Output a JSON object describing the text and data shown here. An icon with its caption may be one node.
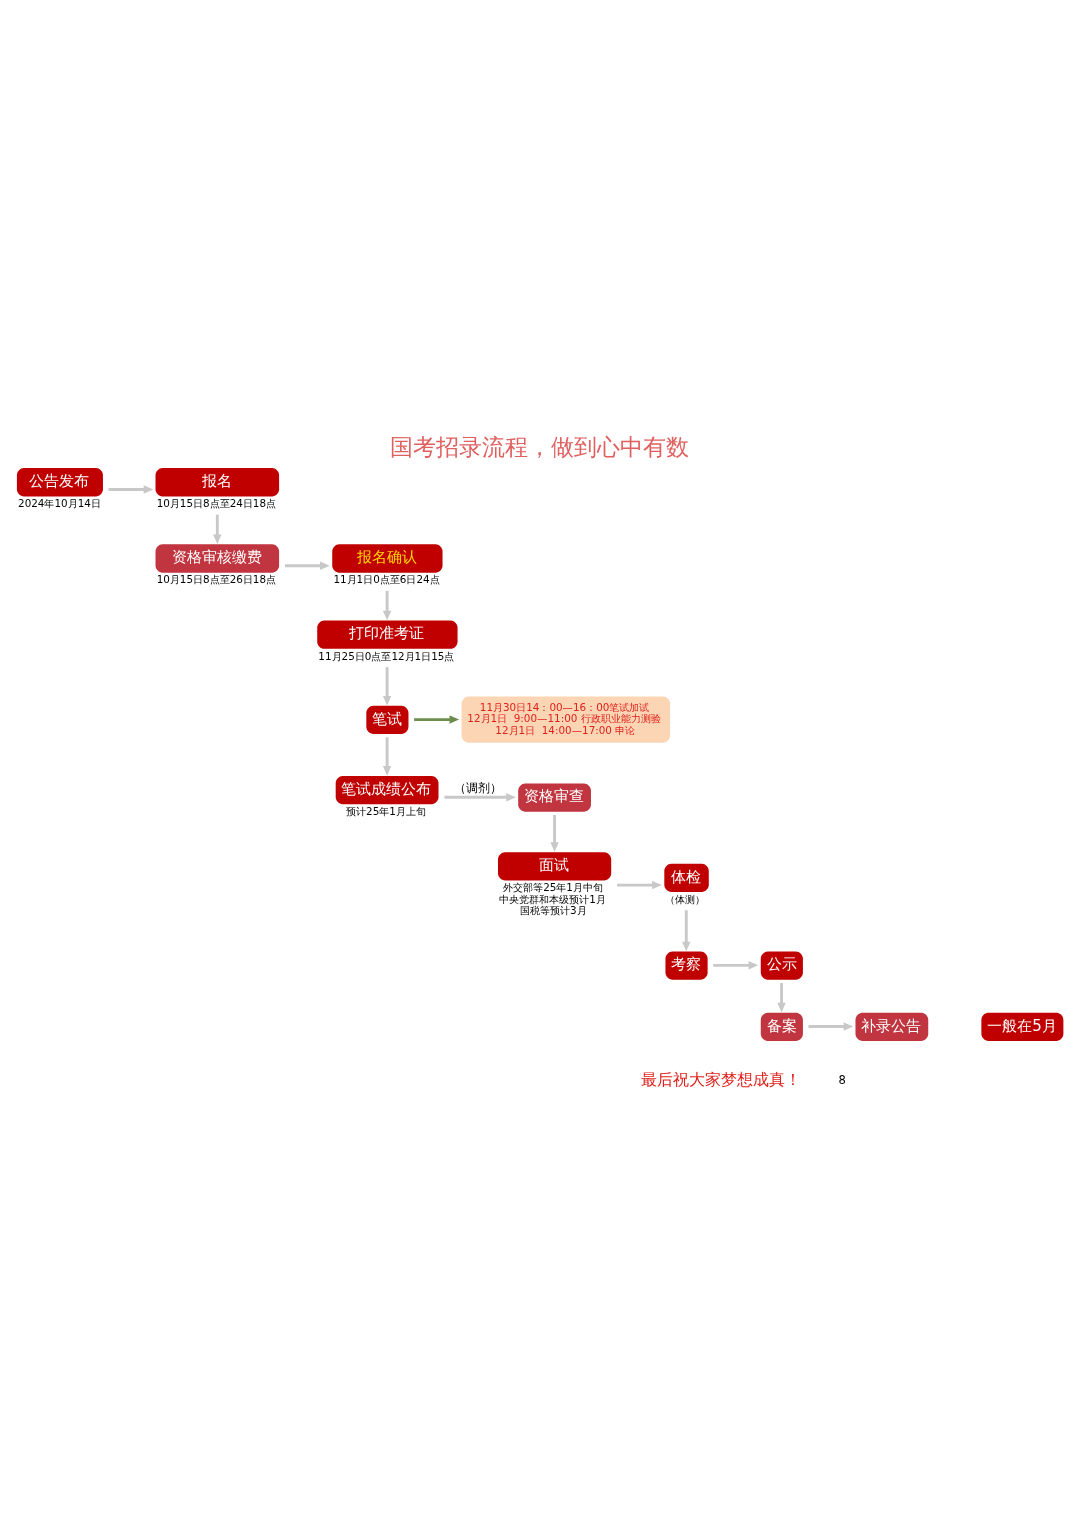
{
  "diagram": {
    "title": "国考招录流程，做到心中有数",
    "caption": "最后祝大家梦想成真！",
    "nodes": [
      {
        "text": [
          "公告发布"
        ],
        "beside": [
          "2024年10月14日"
        ]
      },
      {
        "text": [
          "报名"
        ],
        "beside": [
          "10月15日8点至24日18点"
        ]
      },
      {
        "text": [
          "资格审核缴费"
        ],
        "beside": [
          "10月15日8点至26日18点"
        ]
      },
      {
        "text": [
          "报名确认"
        ],
        "beside": [
          "11月1日0点至6日24点"
        ]
      },
      {
        "text": [
          "打印准考证"
        ],
        "beside": [
          "11月25日0点至12月1日15点"
        ]
      },
      {
        "text": [
          "笔试"
        ]
      },
      {
        "text": [
          "11月30日14：00—16：00笔试加试",
          "12月1日  9:00—11:00 行政职业能力测验",
          "12月1日  14:00—17:00 申论"
        ]
      },
      {
        "text": [
          "笔试成绩公布"
        ],
        "beside": [
          "预计25年1月上旬"
        ]
      },
      {
        "text": [
          "资格审查"
        ]
      },
      {
        "text": [
          "面试"
        ],
        "beside": [
          "外交部等25年1月中旬",
          "中央党群和本级预计1月",
          "国税等预计3月"
        ]
      },
      {
        "text": [
          "体检"
        ],
        "beside": [
          "（体测）"
        ]
      },
      {
        "text": [
          "考察"
        ]
      },
      {
        "text": [
          "公示"
        ]
      },
      {
        "text": [
          "备案"
        ]
      },
      {
        "text": [
          "补录公告"
        ]
      },
      {
        "text": [
          "一般在5月"
        ]
      }
    ],
    "edges": [
      {
        "from": 0,
        "to": 1,
        "arrow": "to"
      },
      {
        "from": 1,
        "to": 2,
        "arrow": "to"
      },
      {
        "from": 2,
        "to": 3,
        "arrow": "to"
      },
      {
        "from": 3,
        "to": 4,
        "arrow": "to"
      },
      {
        "from": 4,
        "to": 5,
        "arrow": "to"
      },
      {
        "from": 5,
        "to": 6,
        "arrow": "to",
        "color": "#6b8e4e"
      },
      {
        "from": 5,
        "to": 7,
        "arrow": "to"
      },
      {
        "from": 7,
        "to": 8,
        "arrow": "to",
        "label": "（调剂）"
      },
      {
        "from": 8,
        "to": 9,
        "arrow": "to"
      },
      {
        "from": 9,
        "to": 10,
        "arrow": "to"
      },
      {
        "from": 10,
        "to": 11,
        "arrow": "to"
      },
      {
        "from": 11,
        "to": 12,
        "arrow": "to"
      },
      {
        "from": 12,
        "to": 13,
        "arrow": "to"
      },
      {
        "from": 13,
        "to": 14,
        "arrow": "to"
      }
    ],
    "labels": [
      "8"
    ]
  }
}
